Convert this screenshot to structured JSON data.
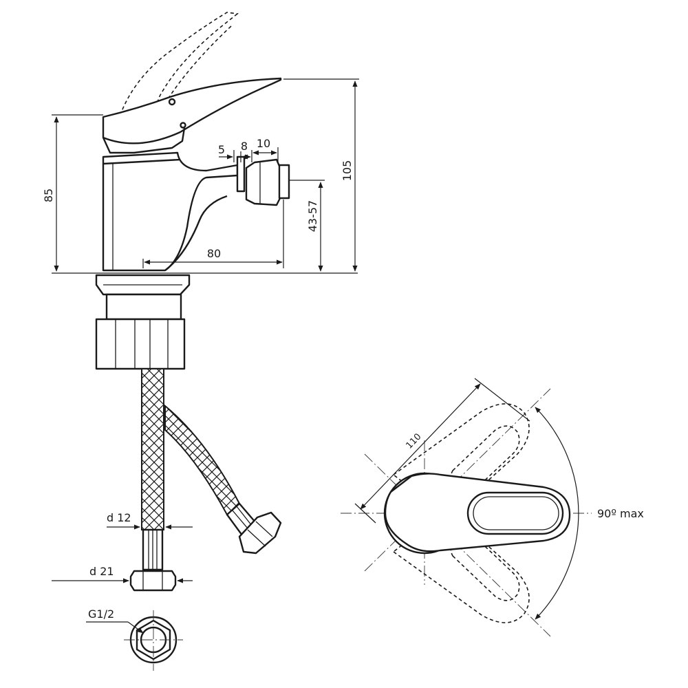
{
  "dimensions": {
    "spout_height": "85",
    "total_height": "105",
    "reach": "80",
    "aerator_offset_a": "5",
    "aerator_offset_b": "8",
    "aerator_offset_c": "10",
    "aerator_height_range": "43-57",
    "handle_length": "110",
    "rotation": "90º max"
  },
  "hose_labels": {
    "hose_diameter": "d 12",
    "nut_diameter": "d 21",
    "thread": "G1/2"
  },
  "colors": {
    "line": "#1a1a1a",
    "background": "#ffffff"
  }
}
